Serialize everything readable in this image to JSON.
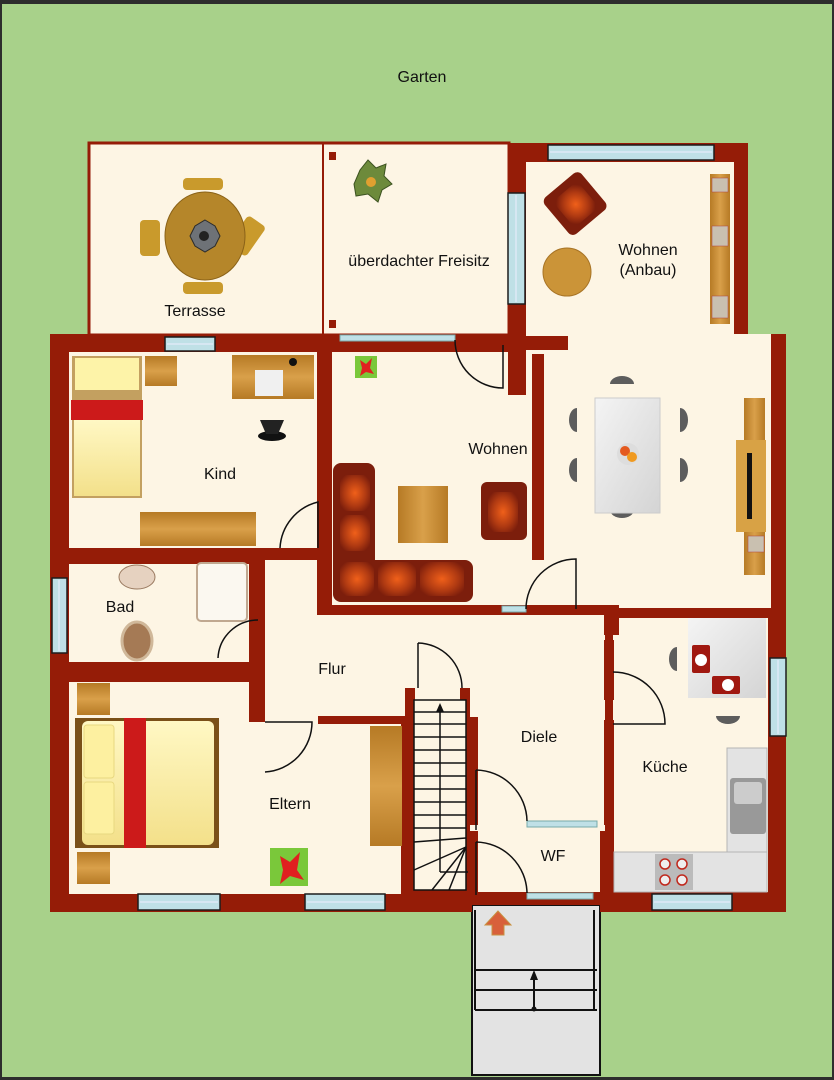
{
  "plan": {
    "title": "Grundriss Erdgeschoss",
    "colors": {
      "garden": "#a8d18a",
      "wall": "#951c07",
      "floor": "#fdf5e4",
      "window": "#bfe0e6",
      "entry": "#e3e3e3",
      "wood": "#c98f30",
      "sofa": "#8e2410"
    }
  },
  "labels": {
    "garten": "Garten",
    "terrasse": "Terrasse",
    "freisitz": "überdachter Freisitz",
    "wohnen_anbau_1": "Wohnen",
    "wohnen_anbau_2": "(Anbau)",
    "kind": "Kind",
    "wohnen": "Wohnen",
    "bad": "Bad",
    "flur": "Flur",
    "eltern": "Eltern",
    "diele": "Diele",
    "kueche": "Küche",
    "wf": "WF"
  },
  "rooms": [
    {
      "name": "Garten",
      "type": "outdoor"
    },
    {
      "name": "Terrasse",
      "type": "outdoor",
      "furniture": [
        "round table",
        "4 chairs",
        "parasol"
      ]
    },
    {
      "name": "überdachter Freisitz",
      "type": "covered",
      "furniture": [
        "plant"
      ]
    },
    {
      "name": "Wohnen (Anbau)",
      "furniture": [
        "armchair",
        "round table",
        "shelf"
      ]
    },
    {
      "name": "Kind",
      "furniture": [
        "bed",
        "nightstand",
        "desk",
        "chair",
        "dresser"
      ]
    },
    {
      "name": "Wohnen",
      "furniture": [
        "corner sofa",
        "coffee table",
        "armchair",
        "dining table",
        "6 chairs",
        "TV cabinet",
        "plant"
      ]
    },
    {
      "name": "Bad",
      "furniture": [
        "sink",
        "shower",
        "toilet"
      ]
    },
    {
      "name": "Flur"
    },
    {
      "name": "Eltern",
      "furniture": [
        "double bed",
        "2 nightstands",
        "wardrobe",
        "plant"
      ]
    },
    {
      "name": "Diele",
      "furniture": [
        "staircase"
      ]
    },
    {
      "name": "Küche",
      "furniture": [
        "table",
        "2 chairs",
        "sink",
        "stove",
        "counter"
      ]
    },
    {
      "name": "WF"
    }
  ]
}
